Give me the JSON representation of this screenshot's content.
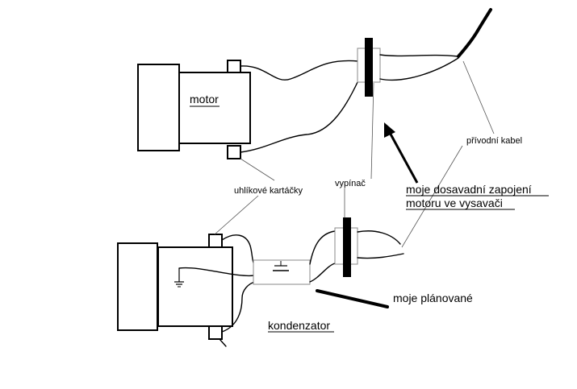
{
  "labels": {
    "motor": "motor",
    "brushes": "uhlíkové kartáčky",
    "switch": "vypínač",
    "supply_cable": "přívodní kabel",
    "current_wiring_line1": "moje dosavadní zapojení",
    "current_wiring_line2": "motoru ve vysavači",
    "planned": "moje plánované",
    "capacitor": "kondenzator"
  }
}
